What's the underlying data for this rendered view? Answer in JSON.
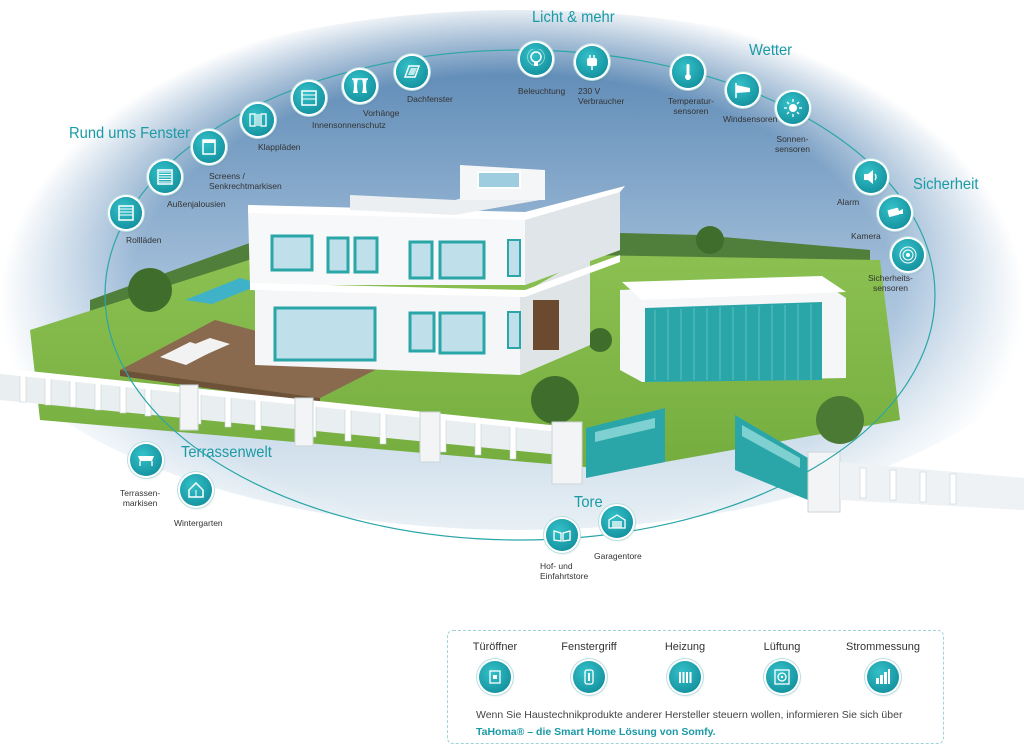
{
  "categories": {
    "licht": "Licht & mehr",
    "wetter": "Wetter",
    "fenster": "Rund ums Fenster",
    "sicherheit": "Sicherheit",
    "terrasse": "Terrassenwelt",
    "tore": "Tore"
  },
  "items": {
    "rolllaeden": [
      "Rollläden"
    ],
    "aussenjalousien": [
      "Außenjalousien"
    ],
    "screens": [
      "Screens /",
      "Senkrechtmarkisen"
    ],
    "klappladen": [
      "Klappläden"
    ],
    "innensonnenschutz": [
      "Innensonnenschutz"
    ],
    "vorhaenge": [
      "Vorhänge"
    ],
    "dachfenster": [
      "Dachfenster"
    ],
    "beleuchtung": [
      "Beleuchtung"
    ],
    "verbraucher": [
      "230 V",
      "Verbraucher"
    ],
    "temperatursensoren": [
      "Temperatur-",
      "sensoren"
    ],
    "windsensoren": [
      "Windsensoren"
    ],
    "sonnensensoren": [
      "Sonnen-",
      "sensoren"
    ],
    "alarm": [
      "Alarm"
    ],
    "kamera": [
      "Kamera"
    ],
    "sicherheitssensoren": [
      "Sicherheits-",
      "sensoren"
    ],
    "terrassenmarkisen": [
      "Terrassen-",
      "markisen"
    ],
    "wintergarten": [
      "Wintergarten"
    ],
    "einfahrtstore": [
      "Hof- und",
      "Einfahrtstore"
    ],
    "garagentore": [
      "Garagentore"
    ]
  },
  "panel": {
    "items": [
      "Türöffner",
      "Fenstergriff",
      "Heizung",
      "Lüftung",
      "Strommessung"
    ],
    "note": "Wenn Sie Haustechnikprodukte anderer Hersteller steuern wollen, informieren Sie sich über",
    "note_link": "TaHoma® – die Smart Home Lösung von Somfy."
  },
  "colors": {
    "accent": "#1a9aa5",
    "sky": "#6f9bc4",
    "grass": "#7fb84a",
    "gate": "#2aa6a8"
  }
}
